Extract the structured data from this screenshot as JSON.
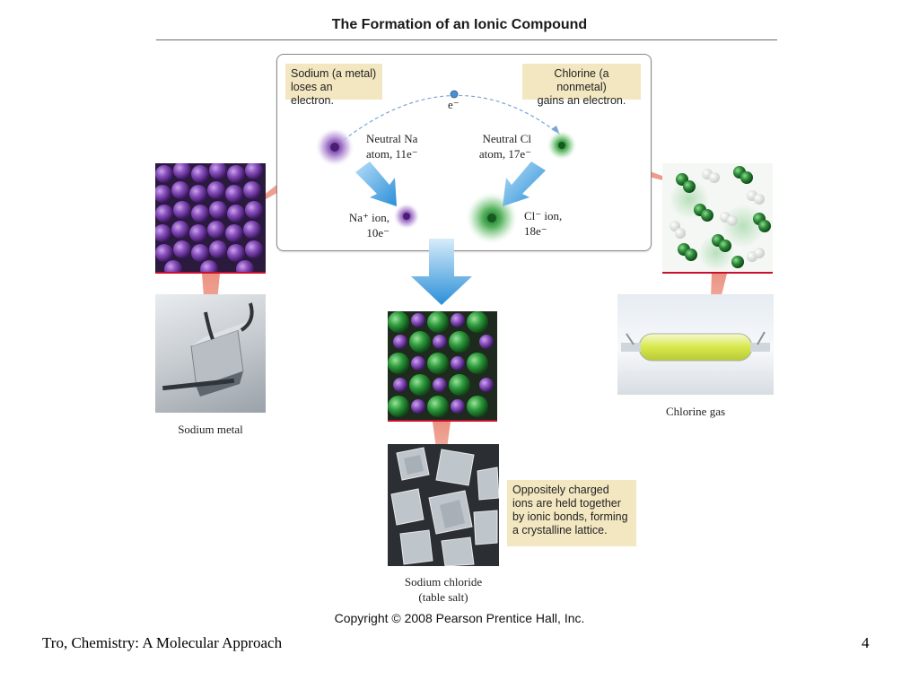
{
  "title": "The Formation of an Ionic Compound",
  "notes": {
    "sodium": "Sodium (a metal)\nloses an electron.",
    "chlorine": "Chlorine (a nonmetal)\ngains an electron.",
    "lattice": "Oppositely charged\nions are held together\nby ionic bonds, forming\na crystalline lattice."
  },
  "electron_label": "e⁻",
  "labels": {
    "neutral_na": "Neutral Na\natom, 11e⁻",
    "neutral_cl": "Neutral Cl\natom, 17e⁻",
    "na_ion": "Na⁺ ion,\n10e⁻",
    "cl_ion": "Cl⁻ ion,\n18e⁻"
  },
  "captions": {
    "sodium_metal": "Sodium metal",
    "chlorine_gas": "Chlorine gas",
    "sodium_chloride": "Sodium chloride\n(table salt)"
  },
  "copyright": "Copyright © 2008 Pearson Prentice Hall, Inc.",
  "footer": {
    "left": "Tro, Chemistry: A Molecular Approach",
    "page_number": "4"
  },
  "colors": {
    "sodium": "#7b3fa6",
    "chlorine": "#2e8b3a",
    "arrow_blue": "#3a9ee0",
    "note_bg": "#f3e7c1",
    "accent_red": "#c8102e"
  }
}
